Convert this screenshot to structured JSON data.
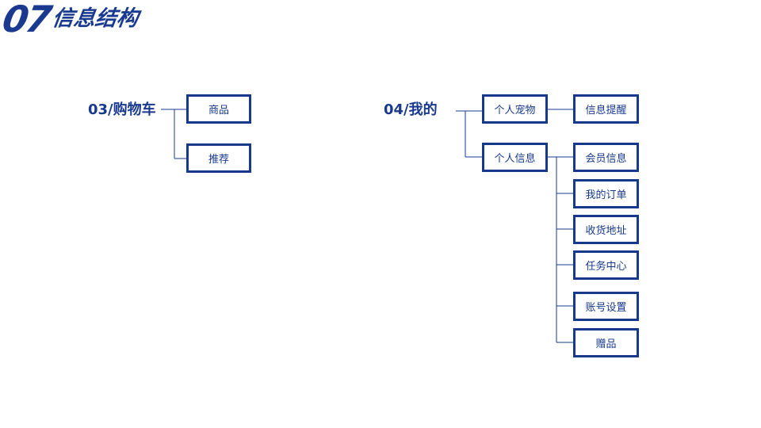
{
  "header": {
    "number": "07",
    "title": "信息结构"
  },
  "sections": [
    {
      "label": "03/购物车",
      "children": [
        "商品",
        "推荐"
      ]
    },
    {
      "label": "04/我的",
      "children": [
        {
          "label": "个人宠物",
          "children": [
            "信息提醒"
          ]
        },
        {
          "label": "个人信息",
          "children": [
            "会员信息",
            "我的订单",
            "收货地址",
            "任务中心",
            "账号设置",
            "赠品"
          ]
        }
      ]
    }
  ]
}
